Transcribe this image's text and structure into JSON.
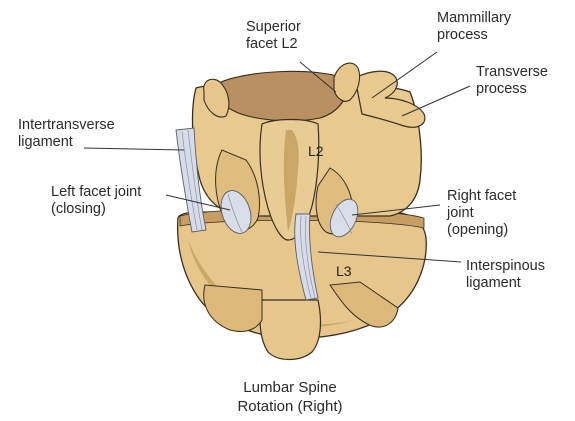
{
  "labels": {
    "superior_facet": [
      "Superior",
      "facet L2"
    ],
    "mammillary_process": [
      "Mammillary",
      "process"
    ],
    "transverse_process": [
      "Transverse",
      "process"
    ],
    "intertransverse_ligament": [
      "Intertransverse",
      "ligament"
    ],
    "left_facet_joint": [
      "Left facet joint",
      "(closing)"
    ],
    "right_facet_joint": [
      "Right facet",
      "joint",
      "(opening)"
    ],
    "interspinous_ligament": [
      "Interspinous",
      "ligament"
    ],
    "vertebra_upper": "L2",
    "vertebra_lower": "L3"
  },
  "caption": [
    "Lumbar Spine",
    "Rotation (Right)"
  ],
  "colors": {
    "bone": "#e8c98e",
    "bone_shadow": "#c9a565",
    "bone_dark": "#a67f45",
    "disc_top": "#b78f5c",
    "ligament": "#d9dde8",
    "outline": "#3a2e20",
    "leader_line": "#333333"
  }
}
